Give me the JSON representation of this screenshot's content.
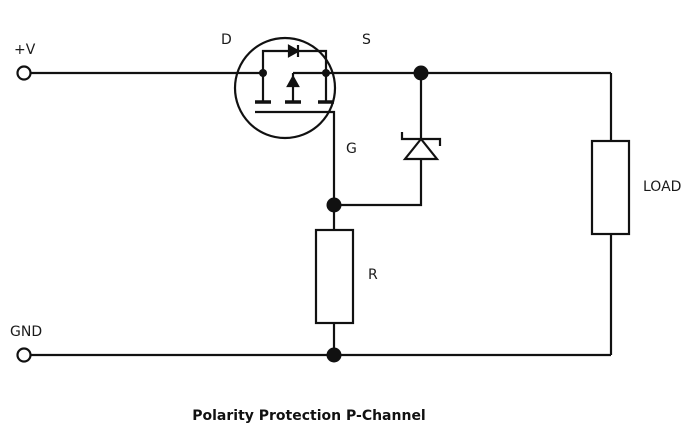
{
  "diagram": {
    "type": "circuit-schematic",
    "caption": "Polarity Protection P-Channel",
    "terminals": {
      "positive": "+V",
      "ground": "GND"
    },
    "mosfet": {
      "type": "P-Channel MOSFET",
      "drain_label": "D",
      "source_label": "S",
      "gate_label": "G"
    },
    "resistor_label": "R",
    "load_label": "LOAD",
    "components": [
      "P-Channel MOSFET",
      "Zener diode",
      "Resistor R",
      "LOAD"
    ],
    "colors": {
      "line": "#111111",
      "background": "#ffffff"
    }
  }
}
